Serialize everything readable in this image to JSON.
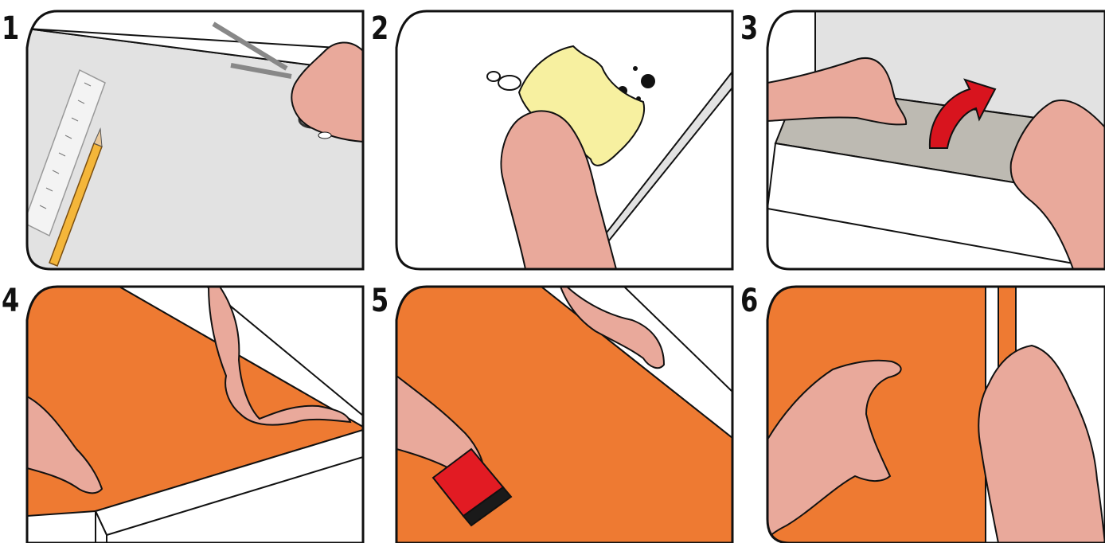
{
  "colors": {
    "frame": "#111111",
    "grey_panel": "#e2e2e2",
    "orange_film": "#ee7a32",
    "skin": "#e9a99b",
    "cloth": "#f7f0a0",
    "squeegee": "#e21b23",
    "arrow": "#d8141e"
  },
  "steps": [
    {
      "number": "1",
      "icon": "scissors-icon"
    },
    {
      "number": "2",
      "icon": "cloth-icon"
    },
    {
      "number": "3",
      "icon": "peel-arrow-icon"
    },
    {
      "number": "4",
      "icon": "hand-icon"
    },
    {
      "number": "5",
      "icon": "squeegee-icon"
    },
    {
      "number": "6",
      "icon": "hand-icon"
    }
  ]
}
